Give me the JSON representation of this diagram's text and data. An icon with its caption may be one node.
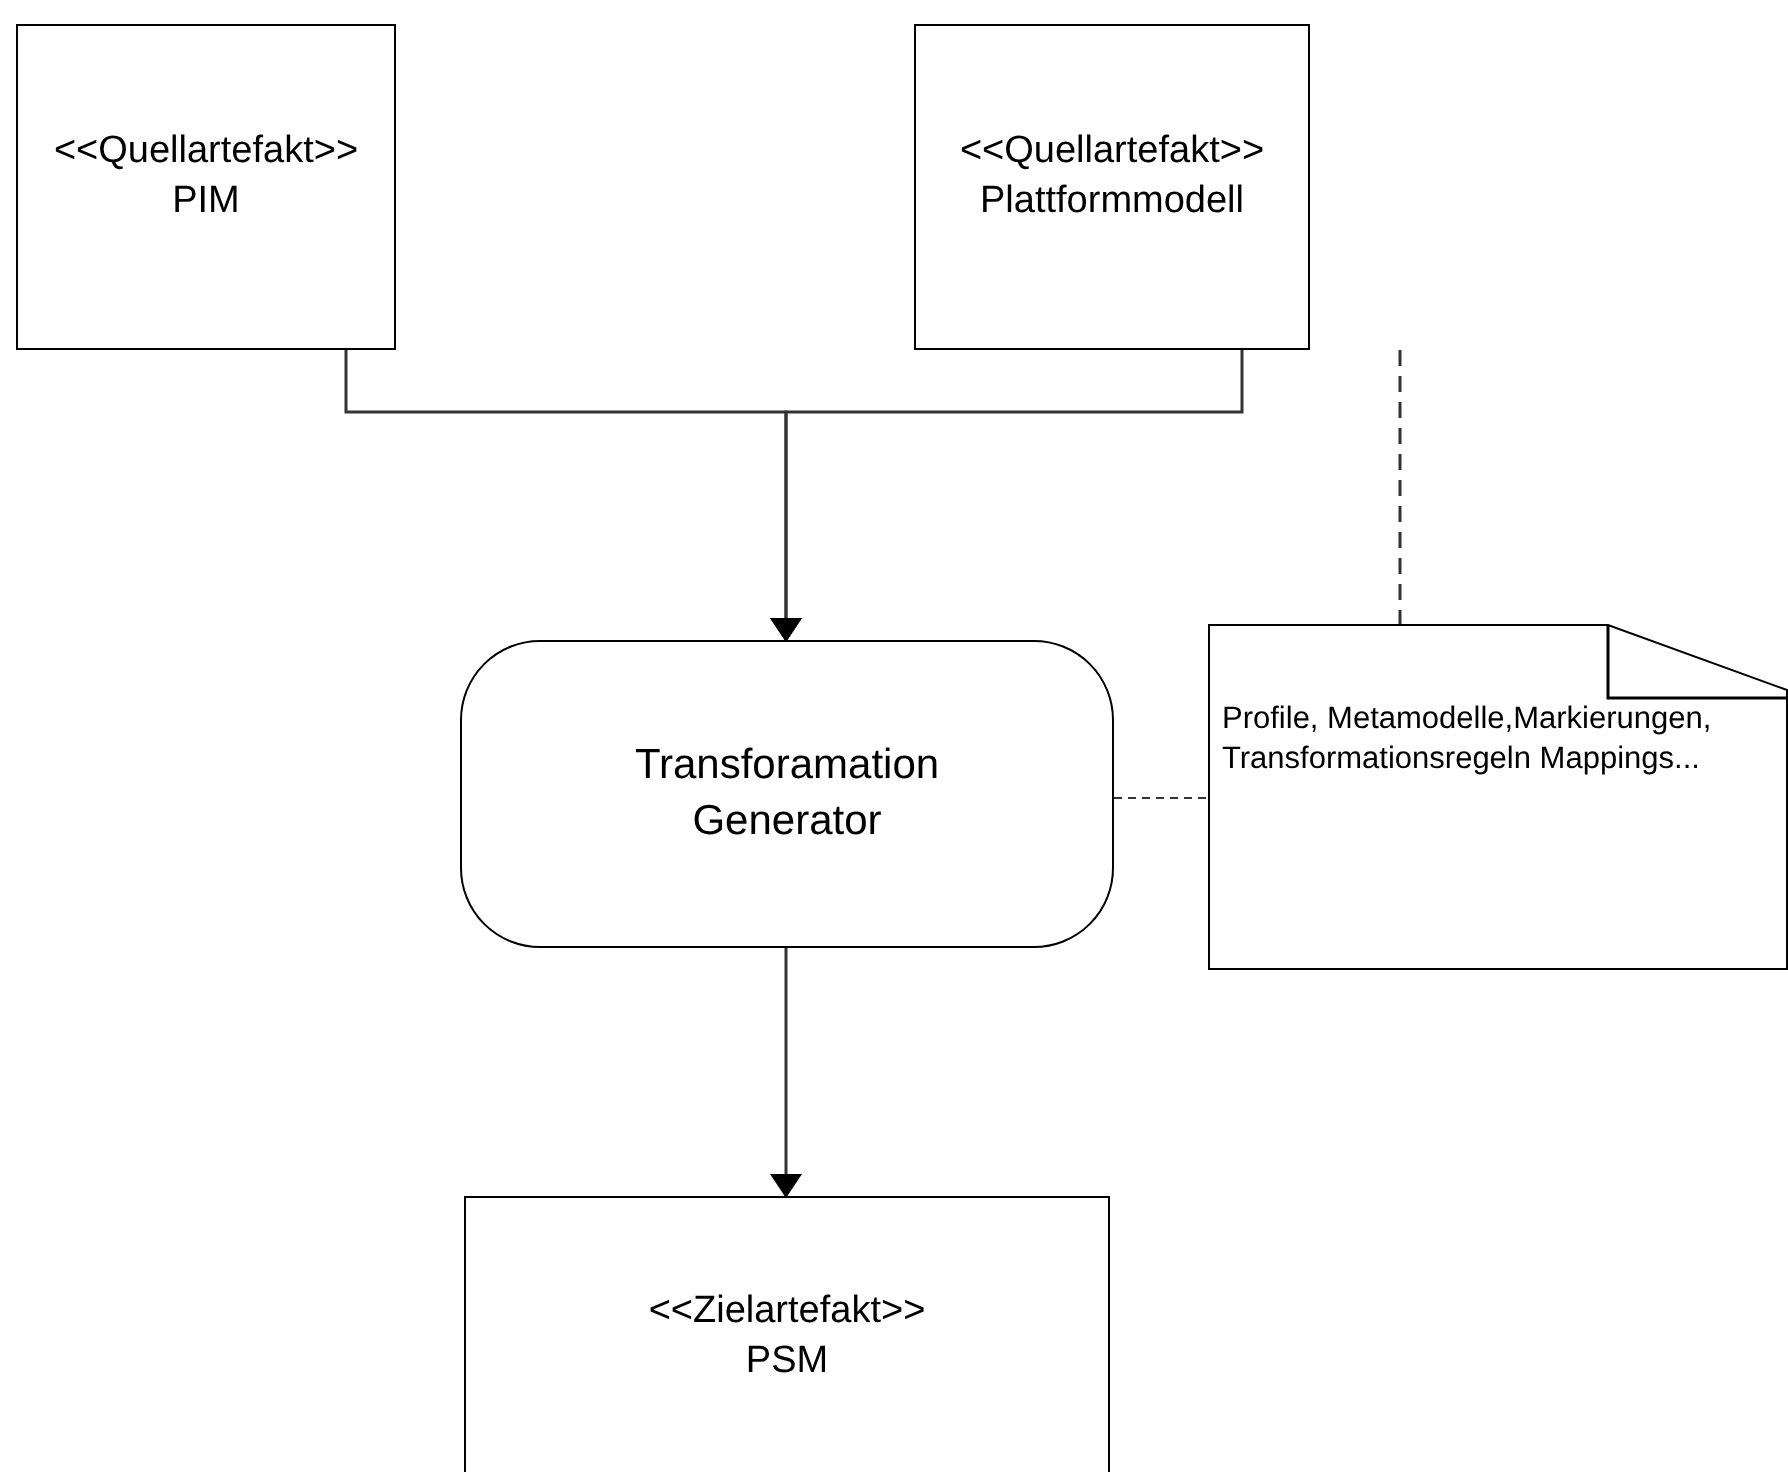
{
  "diagram": {
    "nodes": [
      {
        "text": [
          "<<Quellartefakt>>",
          "PIM"
        ]
      },
      {
        "text": [
          "<<Quellartefakt>>",
          "Plattformmodell"
        ]
      },
      {
        "text": [
          "Transforamation Generator"
        ]
      },
      {
        "text": [
          "Profile, Metamodelle,Markierungen, Transformationsregeln Mappings..."
        ]
      },
      {
        "text": [
          "<<Zielartefakt>>",
          "PSM"
        ]
      }
    ],
    "edges": [
      {
        "from": 0,
        "to": 2,
        "arrow": "to"
      },
      {
        "from": 1,
        "to": 2,
        "arrow": "to"
      },
      {
        "from": 2,
        "to": 4,
        "arrow": "to"
      },
      {
        "from": 1,
        "to": 3,
        "arrow": "none",
        "style": "dashed"
      },
      {
        "from": 2,
        "to": 3,
        "arrow": "none",
        "style": "dashed"
      }
    ]
  }
}
